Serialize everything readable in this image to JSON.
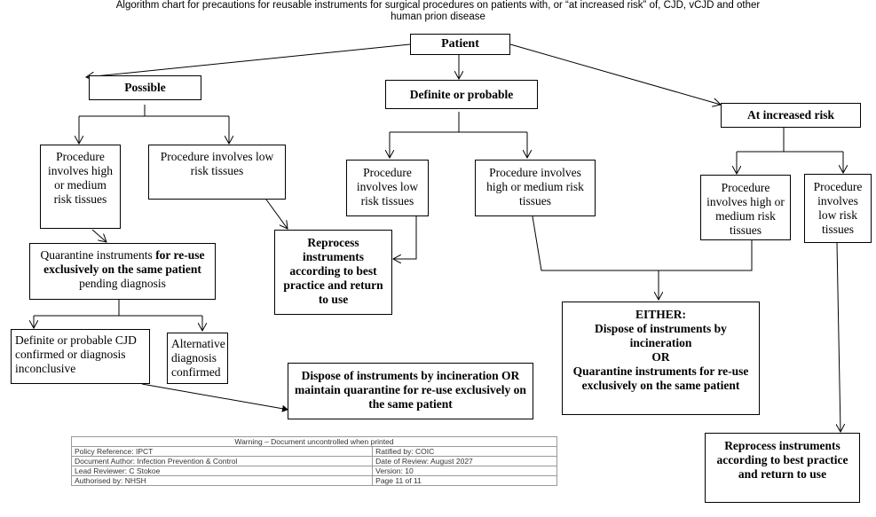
{
  "title": {
    "line1": "Algorithm chart for precautions for reusable instruments for surgical procedures on patients with, or “at increased risk” of, CJD, vCJD and other",
    "line2": "human prion disease"
  },
  "nodes": {
    "patient": "Patient",
    "possible": "Possible",
    "definite_or_probable": "Definite or probable",
    "at_increased_risk": "At increased risk",
    "possible_high_medium": "Procedure involves high or medium risk tissues",
    "possible_low": "Procedure involves low risk tissues",
    "definite_low": "Procedure involves low risk tissues",
    "definite_high_medium": "Procedure involves high or medium risk tissues",
    "risk_high_medium": "Procedure involves high or medium risk tissues",
    "risk_low": "Procedure involves low risk tissues",
    "quarantine": {
      "part1": "Quarantine instruments ",
      "part2_bold": "for re-use exclusively on the same patient",
      "part3": " pending diagnosis"
    },
    "reprocess_center": "Reprocess instruments according to best practice and return to use",
    "confirmed": "Definite or probable CJD confirmed or diagnosis inconclusive",
    "alternative": "Alternative diagnosis confirmed",
    "dispose_or_quarantine": "Dispose of instruments by incineration OR maintain quarantine for re-use exclusively on the same patient",
    "either": {
      "line1": "EITHER:",
      "line2": "Dispose of instruments by incineration",
      "line3": "OR",
      "line4": "Quarantine instruments for re-use exclusively on the same patient"
    },
    "reprocess_right": "Reprocess instruments according to best practice and return to use"
  },
  "footer": {
    "warning": "Warning – Document uncontrolled when printed",
    "rows": [
      [
        "Policy Reference: IPCT",
        "Ratified by: COIC"
      ],
      [
        "Document Author: Infection Prevention & Control",
        "Date of Review:  August 2027"
      ],
      [
        "Lead Reviewer: C Stokoe",
        "Version: 10"
      ],
      [
        "Authorised by: NHSH",
        "Page 11 of 11"
      ]
    ]
  }
}
